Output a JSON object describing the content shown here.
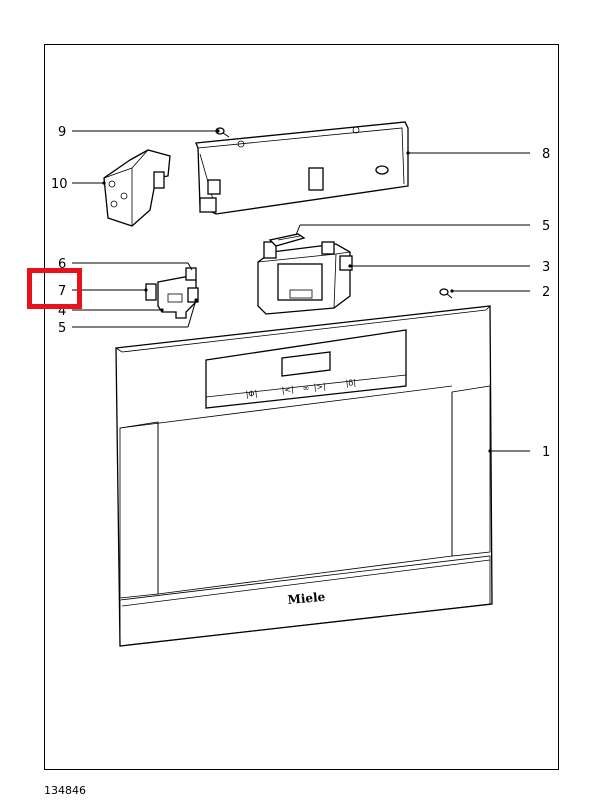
{
  "drawing_number": "134846",
  "brand_mark": "Miele",
  "highlighted_callout": "7",
  "highlight_color": "#e8121a",
  "callouts": [
    "1",
    "2",
    "3",
    "4",
    "5",
    "5",
    "6",
    "7",
    "8",
    "9",
    "10"
  ],
  "panel_symbols": [
    "|Φ|",
    "|<|",
    "∞",
    "|>|",
    "|δ|"
  ]
}
